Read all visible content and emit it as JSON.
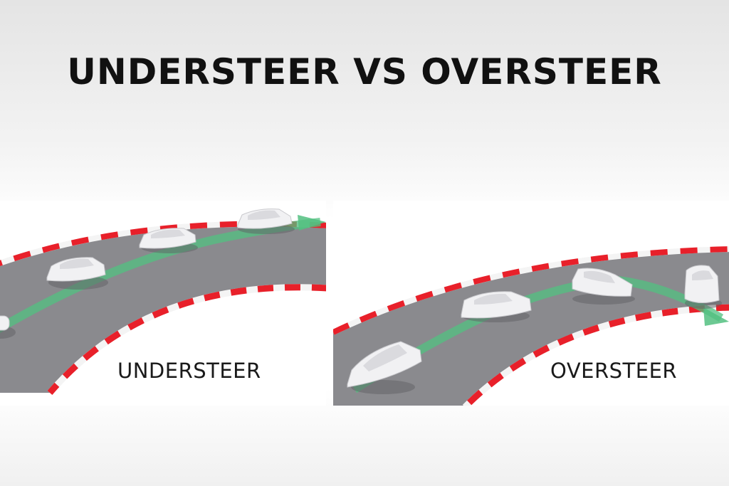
{
  "title": "UNDERSTEER VS OVERSTEER",
  "panels": {
    "understeer": {
      "label": "UNDERSTEER"
    },
    "oversteer": {
      "label": "OVERSTEER"
    }
  },
  "colors": {
    "road": "#8a8a8e",
    "curb_red": "#e8202a",
    "curb_white": "#f4f4f4",
    "path_green": "#52c080",
    "car": "#f1f1f3"
  }
}
